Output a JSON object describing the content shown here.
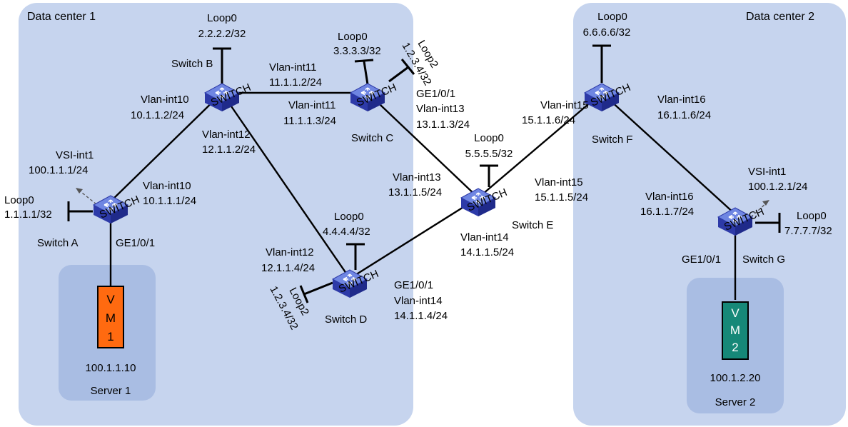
{
  "datacenters": {
    "dc1": "Data center 1",
    "dc2": "Data center 2"
  },
  "servers": {
    "server1": {
      "name": "Server 1",
      "vm_line1": "V",
      "vm_line2": "M",
      "vm_line3": "1",
      "ip": "100.1.1.10"
    },
    "server2": {
      "name": "Server 2",
      "vm_line1": "V",
      "vm_line2": "M",
      "vm_line3": "2",
      "ip": "100.1.2.20"
    }
  },
  "switches": {
    "a": {
      "name": "Switch A",
      "badge": "SWITCH",
      "loop_label": "Loop0",
      "loop_ip": "1.1.1.1/32",
      "vsi_label": "VSI-int1",
      "vsi_ip": "100.1.1.1/24",
      "port": "GE1/0/1"
    },
    "b": {
      "name": "Switch B",
      "badge": "SWITCH",
      "loop_label": "Loop0",
      "loop_ip": "2.2.2.2/32"
    },
    "c": {
      "name": "Switch C",
      "badge": "SWITCH",
      "loop_label": "Loop0",
      "loop_ip": "3.3.3.3/32",
      "loop2_label": "Loop2",
      "loop2_ip": "1.2.3.4/32",
      "port": "GE1/0/1"
    },
    "d": {
      "name": "Switch D",
      "badge": "SWITCH",
      "loop_label": "Loop0",
      "loop_ip": "4.4.4.4/32",
      "loop2_label": "Loop2",
      "loop2_ip": "1.2.3.4/32",
      "port": "GE1/0/1"
    },
    "e": {
      "name": "Switch E",
      "badge": "SWITCH",
      "loop_label": "Loop0",
      "loop_ip": "5.5.5.5/32"
    },
    "f": {
      "name": "Switch F",
      "badge": "SWITCH",
      "loop_label": "Loop0",
      "loop_ip": "6.6.6.6/32"
    },
    "g": {
      "name": "Switch G",
      "badge": "SWITCH",
      "loop_label": "Loop0",
      "loop_ip": "7.7.7.7/32",
      "vsi_label": "VSI-int1",
      "vsi_ip": "100.1.2.1/24",
      "port": "GE1/0/1"
    }
  },
  "interfaces": {
    "a_b": {
      "label": "Vlan-int10",
      "ip": "10.1.1.1/24"
    },
    "b_a": {
      "label": "Vlan-int10",
      "ip": "10.1.1.2/24"
    },
    "b_c": {
      "label": "Vlan-int11",
      "ip": "11.1.1.2/24"
    },
    "c_b": {
      "label": "Vlan-int11",
      "ip": "11.1.1.3/24"
    },
    "b_d": {
      "label": "Vlan-int12",
      "ip": "12.1.1.2/24"
    },
    "d_b": {
      "label": "Vlan-int12",
      "ip": "12.1.1.4/24"
    },
    "c_e": {
      "label": "Vlan-int13",
      "ip": "13.1.1.3/24"
    },
    "e_c": {
      "label": "Vlan-int13",
      "ip": "13.1.1.5/24"
    },
    "d_e": {
      "label": "Vlan-int14",
      "ip": "14.1.1.4/24"
    },
    "e_d": {
      "label": "Vlan-int14",
      "ip": "14.1.1.5/24"
    },
    "e_f": {
      "label": "Vlan-int15",
      "ip": "15.1.1.5/24"
    },
    "f_e": {
      "label": "Vlan-int15",
      "ip": "15.1.1.6/24"
    },
    "f_g": {
      "label": "Vlan-int16",
      "ip": "16.1.1.6/24"
    },
    "g_f": {
      "label": "Vlan-int16",
      "ip": "16.1.1.7/24"
    }
  },
  "colors": {
    "dc_bg": "#c6d4ee",
    "server_bg": "#a9bde3",
    "switch_top": "#6f86e2",
    "switch_side": "#2d3aa8",
    "vm1": "#ff6a10",
    "vm2": "#168878"
  },
  "icons": {
    "switch": "switch-icon",
    "vm": "vm-icon",
    "vsi_arrow": "vsi-arrow-icon"
  }
}
